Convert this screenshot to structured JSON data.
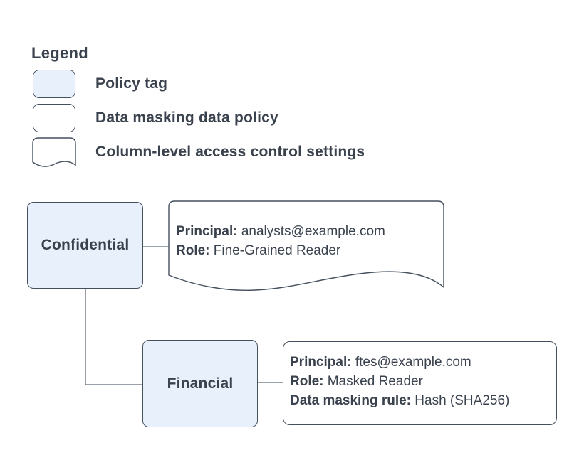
{
  "legend": {
    "title": "Legend",
    "items": [
      {
        "shape": "policy-tag-swatch",
        "label": "Policy tag"
      },
      {
        "shape": "data-policy-swatch",
        "label": "Data masking data policy"
      },
      {
        "shape": "document-swatch",
        "label": "Column-level access control settings"
      }
    ]
  },
  "diagram": {
    "nodes": [
      {
        "id": "confidential",
        "type": "policy-tag",
        "label": "Confidential"
      },
      {
        "id": "financial",
        "type": "policy-tag",
        "label": "Financial"
      }
    ],
    "settings_boxes": [
      {
        "id": "analysts-access",
        "type": "column-level-access-control-settings",
        "fields": [
          {
            "label": "Principal:",
            "value": "analysts@example.com"
          },
          {
            "label": "Role:",
            "value": "Fine-Grained Reader"
          }
        ]
      },
      {
        "id": "ftes-data-policy",
        "type": "data-masking-data-policy",
        "fields": [
          {
            "label": "Principal:",
            "value": "ftes@example.com"
          },
          {
            "label": "Role:",
            "value": "Masked Reader"
          },
          {
            "label": "Data masking rule:",
            "value": "Hash (SHA256)"
          }
        ]
      }
    ],
    "edges": [
      {
        "from": "confidential",
        "to": "analysts-access"
      },
      {
        "from": "confidential",
        "to": "financial"
      },
      {
        "from": "financial",
        "to": "ftes-data-policy"
      }
    ]
  },
  "colors": {
    "background": "#ffffff",
    "policy_tag_fill": "#e8f0fb",
    "shape_border": "#45505f",
    "text": "#3a424e",
    "connector": "#5f6a77"
  }
}
